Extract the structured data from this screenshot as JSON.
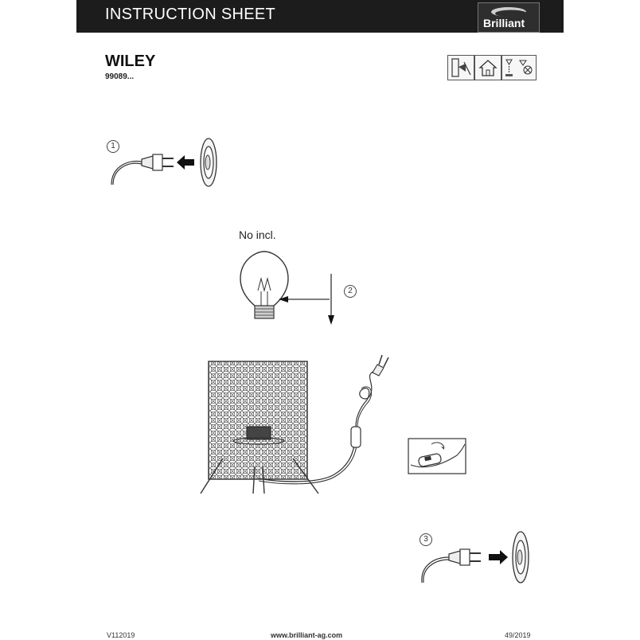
{
  "header": {
    "title": "INSTRUCTION SHEET",
    "brand": "Brilliant"
  },
  "product": {
    "name": "WILEY",
    "code": "99089..."
  },
  "icons": [
    "class-2-insulation-icon",
    "indoor-use-icon",
    "distance-from-flammable-icon"
  ],
  "steps": [
    {
      "number": "1",
      "action": "remove-plug"
    },
    {
      "number": "2",
      "action": "insert-bulb",
      "note": "No incl."
    },
    {
      "number": "3",
      "action": "insert-plug"
    }
  ],
  "footer": {
    "version": "V112019",
    "website": "www.brilliant-ag.com",
    "date": "49/2019"
  }
}
